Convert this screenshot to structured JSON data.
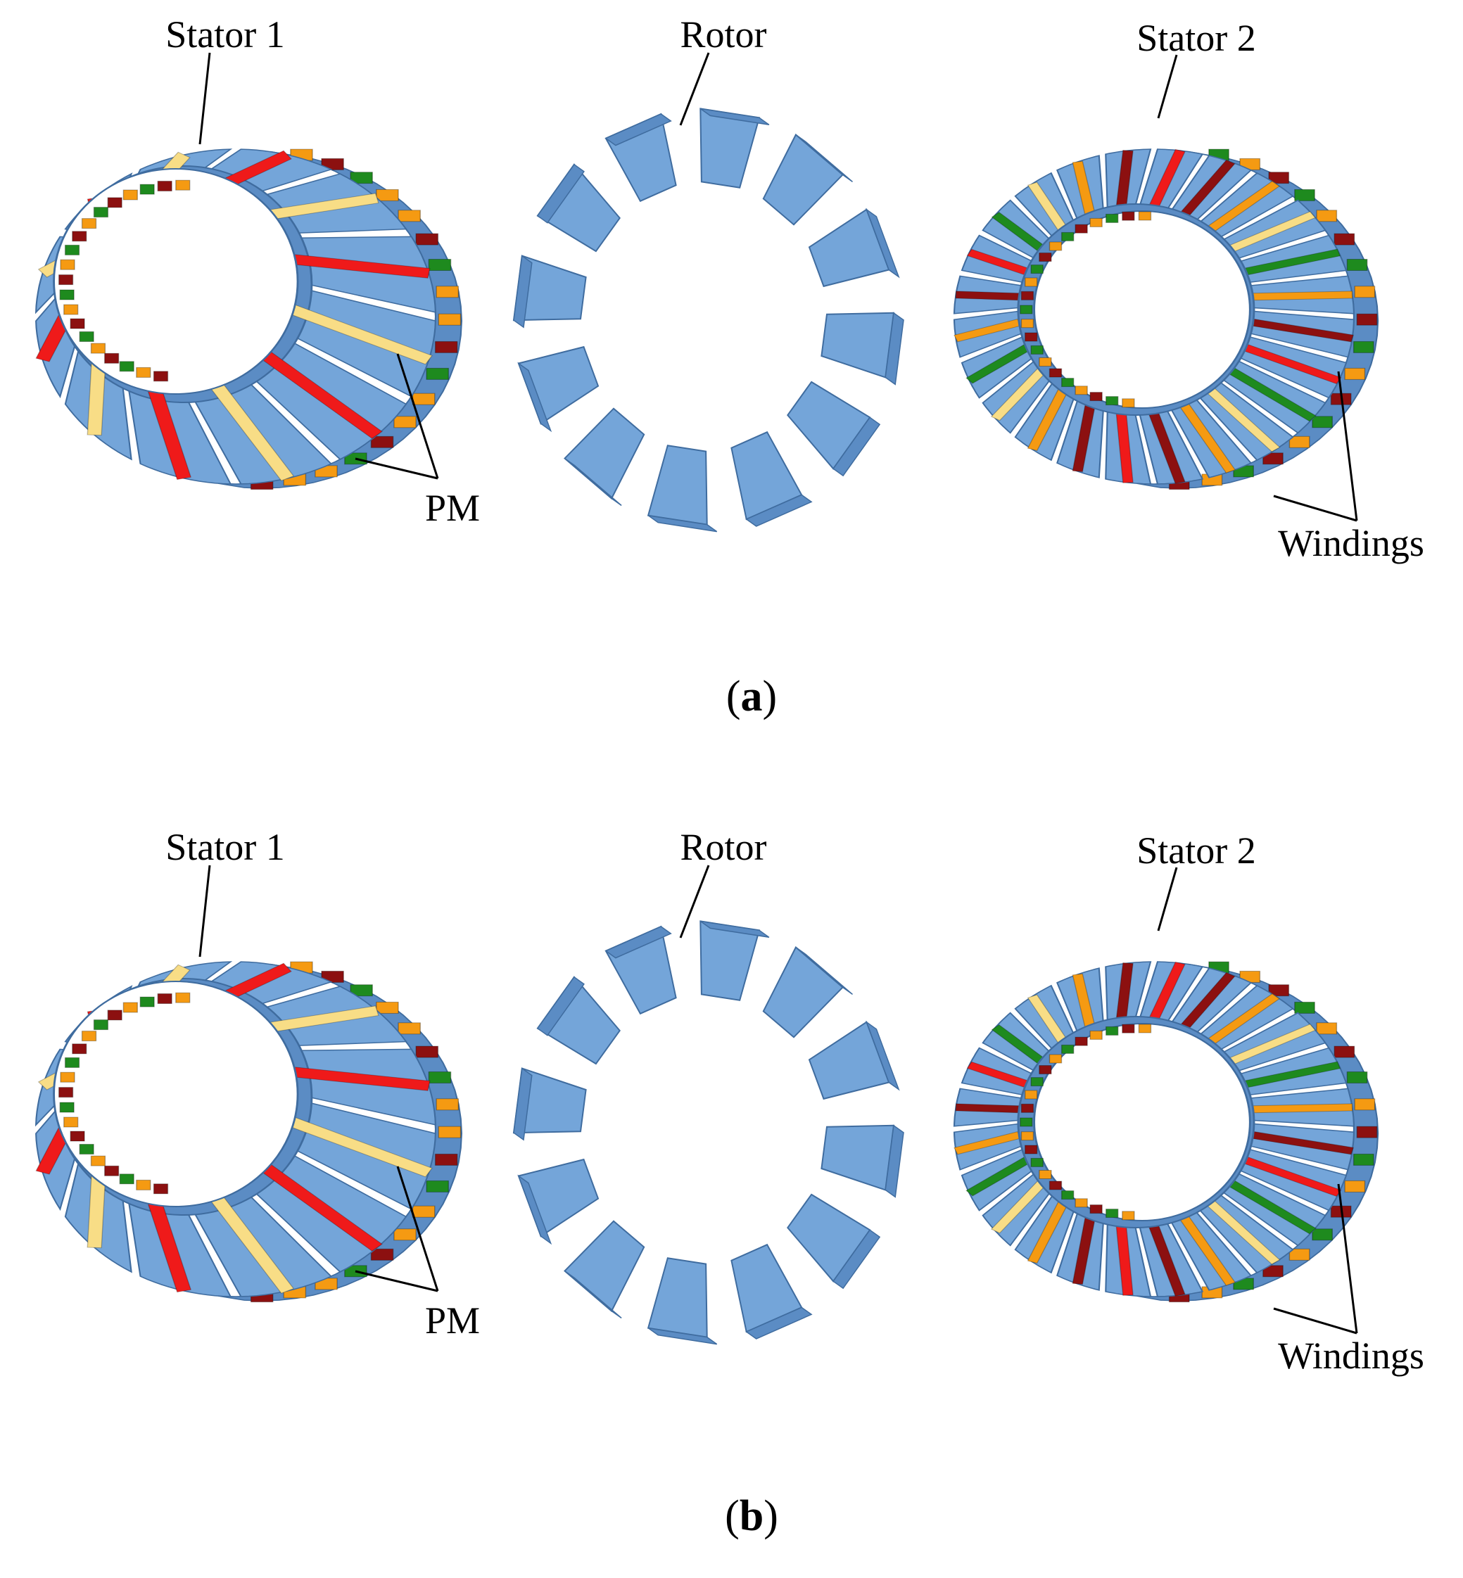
{
  "colors": {
    "background": "#ffffff",
    "core_face": "#74a5d9",
    "core_side": "#5b8cc4",
    "core_edge": "#3f6c9f",
    "pm_red": "#ef1a1a",
    "pm_light": "#f8dd86",
    "winding_darkred": "#8c1010",
    "winding_orange": "#f59a12",
    "winding_green": "#1e8a1e",
    "label_text": "#000000"
  },
  "icons": {
    "stator_1": "stator-ring-with-pm-icon",
    "rotor": "segmented-rotor-icon",
    "stator_2": "stator-ring-with-windings-icon"
  },
  "panels": [
    {
      "id": "a",
      "caption_open": "(",
      "caption_letter": "a",
      "caption_close": ")",
      "labels": {
        "stator1": "Stator 1",
        "rotor": "Rotor",
        "stator2": "Stator 2",
        "pm": "PM",
        "windings": "Windings"
      }
    },
    {
      "id": "b",
      "caption_open": "(",
      "caption_letter": "b",
      "caption_close": ")",
      "labels": {
        "stator1": "Stator 1",
        "rotor": "Rotor",
        "stator2": "Stator 2",
        "pm": "PM",
        "windings": "Windings"
      }
    }
  ]
}
